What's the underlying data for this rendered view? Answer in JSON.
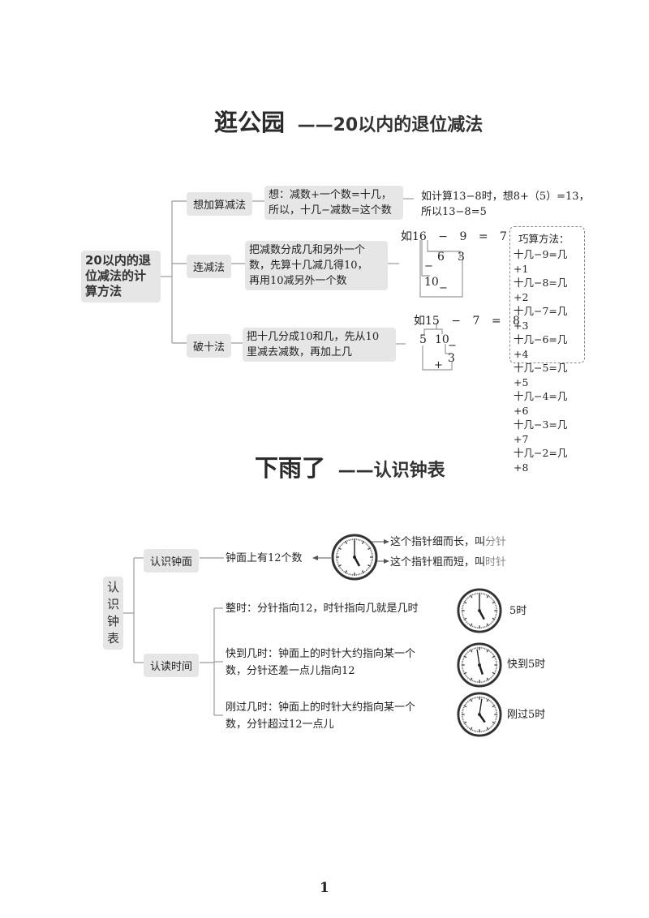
{
  "section1": {
    "title": "逛公园",
    "subtitle": "——20以内的退位减法",
    "root": [
      "20以内的退",
      "位减法的计",
      "算方法"
    ],
    "methods": [
      {
        "label": "想加算减法",
        "desc": [
          "想：减数+一个数=十几，",
          "所以，十几−减数=这个数"
        ],
        "example": [
          "如计算13−8时，想8+（5）=13，",
          "所以13−8=5"
        ]
      },
      {
        "label": "连减法",
        "desc": [
          "把减数分成几和另外一个",
          "数，先算十几减几得10，",
          "再用10减另外一个数"
        ],
        "example_eq": [
          "如16",
          "−",
          "9",
          "=",
          "7"
        ],
        "split": [
          "6",
          "3",
          "10"
        ],
        "ops": [
          "−",
          "−"
        ]
      },
      {
        "label": "破十法",
        "desc": [
          "把十几分成10和几，先从10",
          "里减去减数，再加上几"
        ],
        "example_eq": [
          "如15",
          "−",
          "7",
          "=",
          "8"
        ],
        "split": [
          "5",
          "10",
          "3"
        ],
        "ops": [
          "−",
          "+"
        ]
      }
    ],
    "tips": {
      "title": "巧算方法：",
      "items": [
        "十几−9=几+1",
        "十几−8=几+2",
        "十几−7=几+3",
        "十几−6=几+4",
        "十几−5=几+5",
        "十几−4=几+6",
        "十几−3=几+7",
        "十几−2=几+8"
      ]
    }
  },
  "section2": {
    "title": "下雨了",
    "subtitle": "——认识钟表",
    "root": [
      "认",
      "识",
      "钟",
      "表"
    ],
    "face": {
      "label": "认识钟面",
      "desc": "钟面上有12个数",
      "minute_note_prefix": "这个指针细而长，叫",
      "minute_note_key": "分针",
      "hour_note_prefix": "这个指针粗而短，叫",
      "hour_note_key": "时针"
    },
    "reading": {
      "label": "认读时间",
      "items": [
        {
          "desc": [
            "整时：分针指向12，时针指向几就是几时"
          ],
          "time": "5时"
        },
        {
          "desc": [
            "快到几时：钟面上的时针大约指向某一个",
            "数，分针还差一点儿指向12"
          ],
          "time": "快到5时"
        },
        {
          "desc": [
            "刚过几时：钟面上的时针大约指向某一个",
            "数，分针超过12一点儿"
          ],
          "time": "刚过5时"
        }
      ]
    }
  },
  "page_number": "1"
}
